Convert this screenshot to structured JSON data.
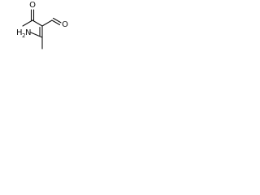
{
  "molecule": {
    "atoms": {
      "acetyl_oxygen": "O",
      "aldehyde_oxygen": "O",
      "amine": {
        "element": "H",
        "subscript": "2",
        "suffix": "N"
      }
    },
    "colors": {
      "bond": "#111111",
      "label": "#111111",
      "background": "#ffffff"
    }
  }
}
